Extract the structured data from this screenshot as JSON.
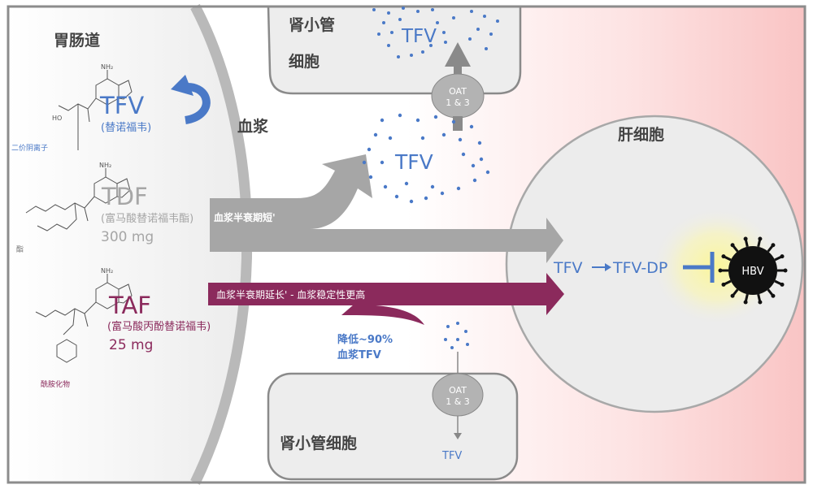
{
  "labels": {
    "gi_tract": "胃肠道",
    "plasma": "血浆",
    "kidney_top": [
      "肾小管",
      "细胞"
    ],
    "kidney_bottom": "肾小管细胞",
    "hepatocyte": "肝细胞",
    "dianion": "二价阴离子",
    "ester": "酯",
    "amidate": "酰胺化物"
  },
  "drugs": {
    "tfv": {
      "abbr": "TFV",
      "name": "(替诺福韦)",
      "color": "#4a79c7"
    },
    "tdf": {
      "abbr": "TDF",
      "name": "(富马酸替诺福韦酯)",
      "dose": "300 mg",
      "color": "#a6a6a6"
    },
    "taf": {
      "abbr": "TAF",
      "name": "(富马酸丙酚替诺福韦)",
      "dose": "25 mg",
      "color": "#8b2a5c"
    }
  },
  "arrows": {
    "tdf_half_life": "血浆半衰期短'",
    "taf_half_life": "血浆半衰期延长' - 血浆稳定性更高"
  },
  "tfv_clouds": {
    "kidney_top": "TFV",
    "plasma": "TFV",
    "kidney_bottom": "TFV"
  },
  "transporter": {
    "top": [
      "OAT",
      "1 & 3"
    ],
    "bottom": [
      "OAT",
      "1 & 3"
    ]
  },
  "reduction_note": [
    "降低~90%",
    "血浆TFV"
  ],
  "conversion": {
    "from": "TFV",
    "to": "TFV-DP"
  },
  "virus": "HBV",
  "colors": {
    "blue": "#4a79c7",
    "gray": "#a6a6a6",
    "purple": "#8b2a5c",
    "text_dark": "#444444"
  }
}
